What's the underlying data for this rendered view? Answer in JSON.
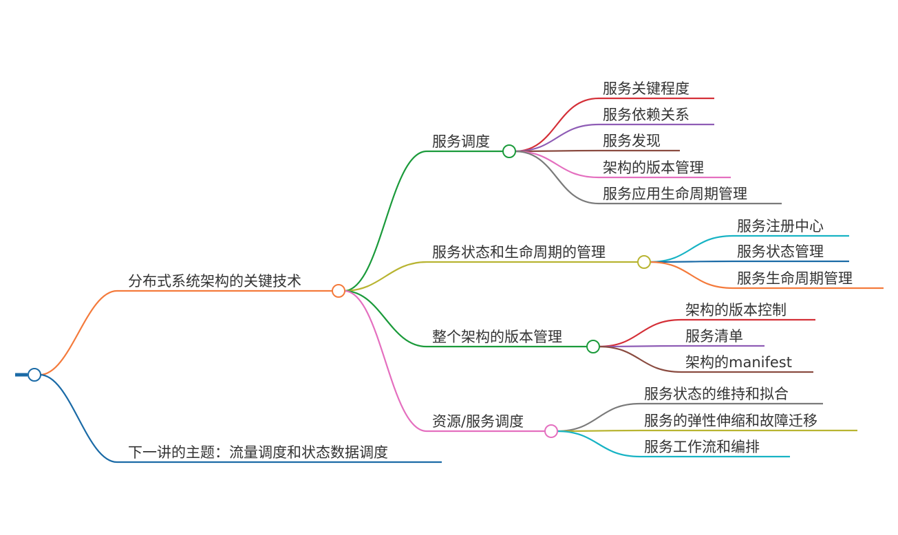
{
  "mindmap": {
    "root": {
      "label": "",
      "color": "#1a6aa6"
    },
    "branches": [
      {
        "id": "b1",
        "label": "分布式系统架构的关键技术",
        "color": "#f47a3b",
        "children": [
          {
            "id": "b1c1",
            "label": "服务调度",
            "color": "#1a9a3a",
            "children": [
              {
                "label": "服务关键程度",
                "color": "#d42f37"
              },
              {
                "label": "服务依赖关系",
                "color": "#8e5cb5"
              },
              {
                "label": "服务发现",
                "color": "#8a4b40"
              },
              {
                "label": "架构的版本管理",
                "color": "#e46fbf"
              },
              {
                "label": "服务应用生命周期管理",
                "color": "#7a7a7a"
              }
            ]
          },
          {
            "id": "b1c2",
            "label": "服务状态和生命周期的管理",
            "color": "#b8b431",
            "children": [
              {
                "label": "服务注册中心",
                "color": "#17b3c4"
              },
              {
                "label": "服务状态管理",
                "color": "#1a6aa6"
              },
              {
                "label": "服务生命周期管理",
                "color": "#f47a3b"
              }
            ]
          },
          {
            "id": "b1c3",
            "label": "整个架构的版本管理",
            "color": "#1a9a3a",
            "children": [
              {
                "label": "架构的版本控制",
                "color": "#d42f37"
              },
              {
                "label": "服务清单",
                "color": "#8e5cb5"
              },
              {
                "label": "架构的manifest",
                "color": "#8a4b40"
              }
            ]
          },
          {
            "id": "b1c4",
            "label": "资源/服务调度",
            "color": "#e46fbf",
            "children": [
              {
                "label": "服务状态的维持和拟合",
                "color": "#7a7a7a"
              },
              {
                "label": "服务的弹性伸缩和故障迁移",
                "color": "#b8b431"
              },
              {
                "label": "服务工作流和编排",
                "color": "#17b3c4"
              }
            ]
          }
        ]
      },
      {
        "id": "b2",
        "label": "下一讲的主题：流量调度和状态数据调度",
        "color": "#1a6aa6",
        "children": []
      }
    ]
  }
}
